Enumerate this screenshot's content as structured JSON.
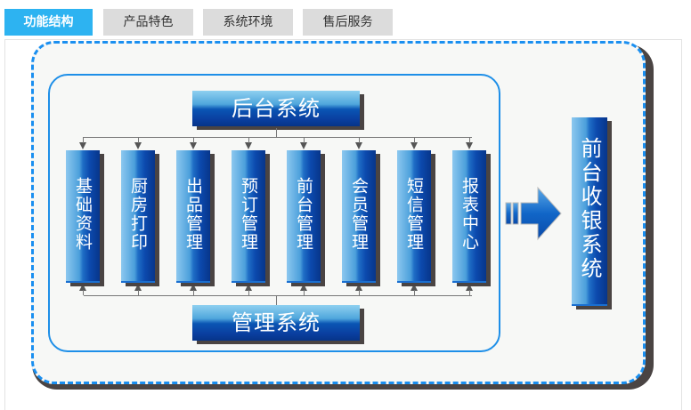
{
  "tabs": [
    {
      "label": "功能结构",
      "active": true
    },
    {
      "label": "产品特色",
      "active": false
    },
    {
      "label": "系统环境",
      "active": false
    },
    {
      "label": "售后服务",
      "active": false
    }
  ],
  "diagram": {
    "top_system": "后台系统",
    "bottom_system": "管理系统",
    "modules": [
      "基础资料",
      "厨房打印",
      "出品管理",
      "预订管理",
      "前台管理",
      "会员管理",
      "短信管理",
      "报表中心"
    ],
    "target_system": "前台收银系统",
    "arrow_icon": "right-arrow-icon",
    "colors": {
      "accent_tab": "#2db3f1",
      "dashed_border": "#1a8ff0",
      "box_dark": "#0a3fa0",
      "box_light": "#8fd0f0"
    }
  }
}
